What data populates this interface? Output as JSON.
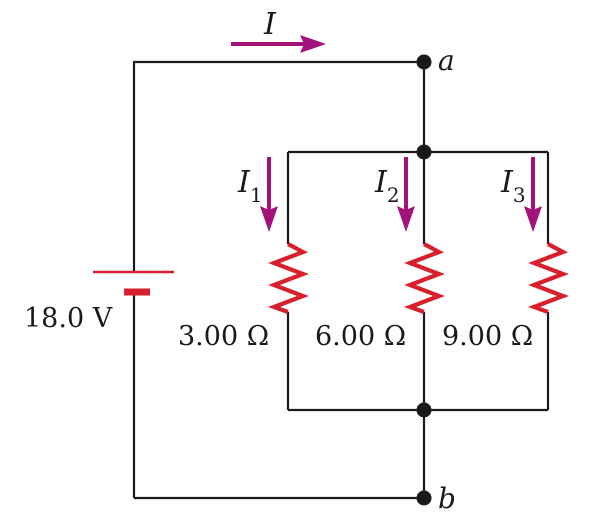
{
  "current_labels": {
    "total": {
      "main": "I",
      "sub": ""
    },
    "branch1": {
      "main": "I",
      "sub": "1"
    },
    "branch2": {
      "main": "I",
      "sub": "2"
    },
    "branch3": {
      "main": "I",
      "sub": "3"
    }
  },
  "node_labels": {
    "top": "a",
    "bottom": "b"
  },
  "battery": {
    "voltage": "18.0 V"
  },
  "resistors": [
    {
      "label": "3.00 Ω"
    },
    {
      "label": "6.00 Ω"
    },
    {
      "label": "9.00 Ω"
    }
  ],
  "colors": {
    "wire": "#1a1a1a",
    "resistor": "#d8202c",
    "battery": "#d8202c",
    "current_arrow": "#a3127a"
  }
}
